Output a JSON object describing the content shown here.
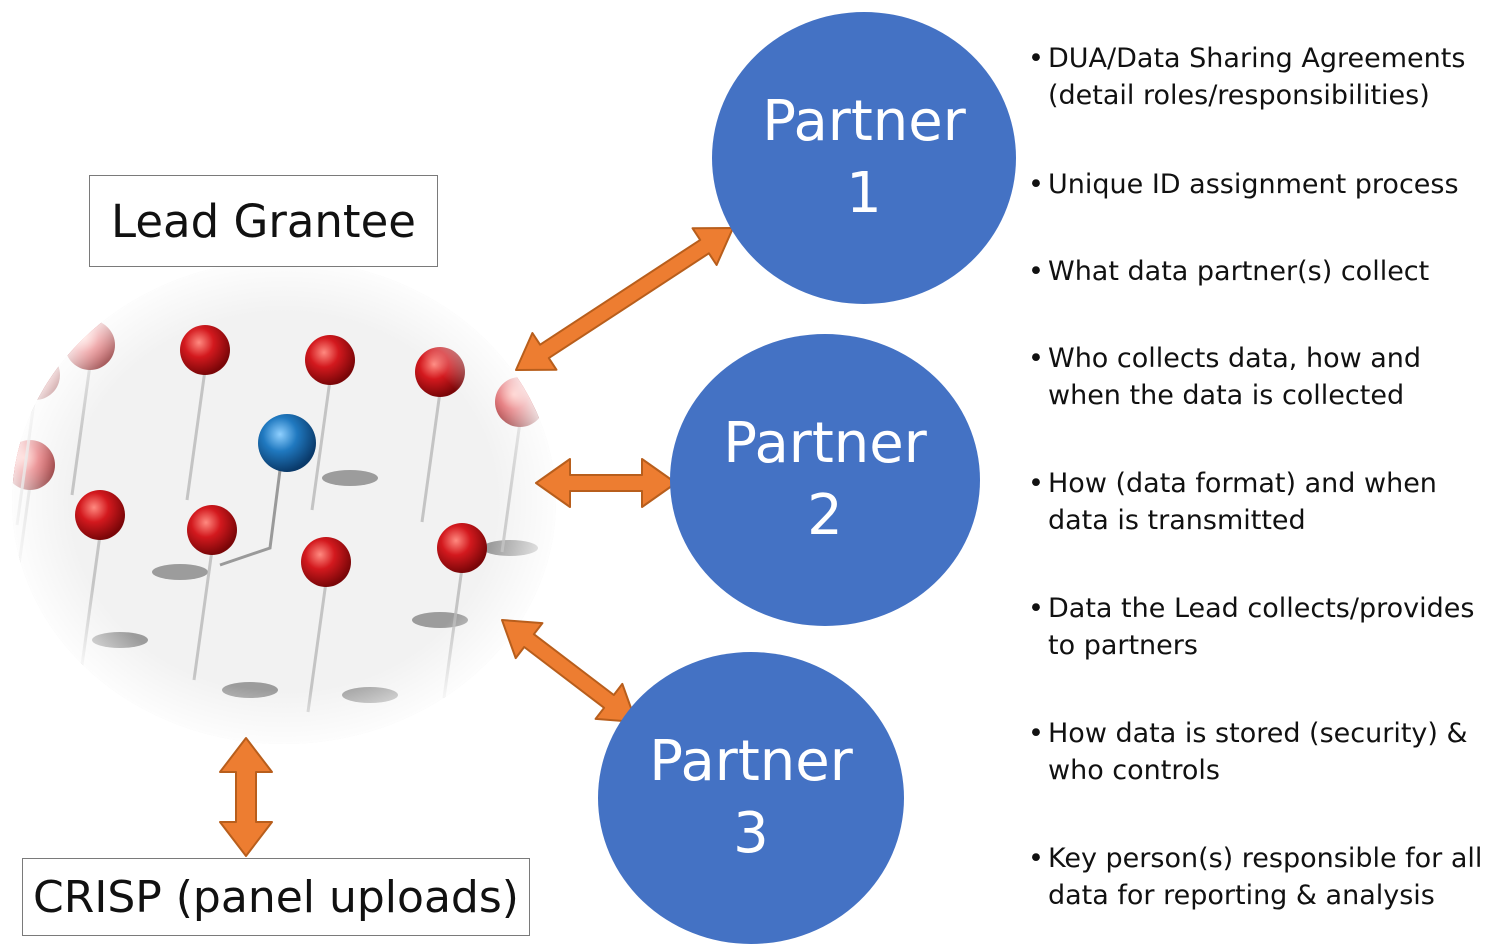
{
  "lead_grantee": {
    "label": "Lead Grantee"
  },
  "crisp": {
    "label": "CRISP (panel uploads)"
  },
  "partners": [
    {
      "word": "Partner",
      "number": "1"
    },
    {
      "word": "Partner",
      "number": "2"
    },
    {
      "word": "Partner",
      "number": "3"
    }
  ],
  "bullets": [
    "DUA/Data Sharing Agreements (detail roles/responsibilities)",
    "Unique ID assignment process",
    "What data partner(s) collect",
    "Who collects data, how and when the data is collected",
    "How (data format) and when data is transmitted",
    "Data the Lead collects/provides to partners",
    "How data is stored (security) & who controls",
    "Key person(s) responsible for all data for reporting & analysis"
  ],
  "colors": {
    "partner_fill": "#4472c4",
    "arrow_fill": "#ed7d31",
    "arrow_stroke": "#b85e1c",
    "pin_red": "#c8161b",
    "pin_blue": "#1f6fb5"
  },
  "icons": {
    "lead_image": "pushpin-network-image",
    "arrows": "double-headed-arrow-icon"
  }
}
